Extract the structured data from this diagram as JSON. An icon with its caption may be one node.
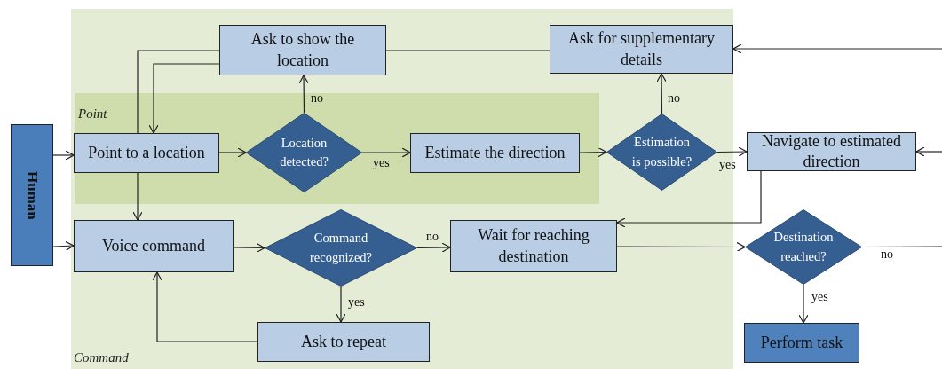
{
  "diagram": {
    "nodes": [
      {
        "text": [
          "Command"
        ]
      },
      {
        "text": [
          "Point"
        ],
        "in": 0
      },
      {
        "text": [
          "Human"
        ]
      },
      {
        "text": [
          "Ask to show the location"
        ],
        "in": 0
      },
      {
        "text": [
          "Ask for supplementary details"
        ],
        "in": 0
      },
      {
        "text": [
          "Point to a location"
        ],
        "in": 1
      },
      {
        "text": [
          "Location detected?"
        ],
        "in": 1
      },
      {
        "text": [
          "Estimate the direction"
        ],
        "in": 1
      },
      {
        "text": [
          "Estimation is possible?"
        ],
        "in": 0
      },
      {
        "text": [
          "Navigate to estimated direction"
        ]
      },
      {
        "text": [
          "Voice command"
        ],
        "in": 0
      },
      {
        "text": [
          "Command recognized?"
        ],
        "in": 0
      },
      {
        "text": [
          "Wait for reaching destination"
        ],
        "in": 0
      },
      {
        "text": [
          "Destination reached?"
        ]
      },
      {
        "text": [
          "Ask to repeat"
        ],
        "in": 0
      },
      {
        "text": [
          "Perform task"
        ]
      }
    ],
    "edges": [
      {
        "from": 2,
        "to": 5,
        "arrow": "to"
      },
      {
        "from": 2,
        "to": 10,
        "arrow": "to"
      },
      {
        "from": 5,
        "to": 6,
        "arrow": "to"
      },
      {
        "from": 6,
        "to": 3,
        "arrow": "to",
        "label": "no"
      },
      {
        "from": 6,
        "to": 7,
        "arrow": "to",
        "label": "yes"
      },
      {
        "from": 3,
        "to": 5,
        "arrow": "to"
      },
      {
        "from": 3,
        "to": 5,
        "arrow": "none"
      },
      {
        "from": 5,
        "to": 10,
        "arrow": "to"
      },
      {
        "from": 3,
        "to": 4,
        "arrow": "none"
      },
      {
        "from": 7,
        "to": 8,
        "arrow": "to"
      },
      {
        "from": 8,
        "to": 4,
        "arrow": "to",
        "label": "no"
      },
      {
        "from": 8,
        "to": 9,
        "arrow": "to",
        "label": "yes"
      },
      {
        "from": null,
        "to": 4,
        "arrow": "to"
      },
      {
        "from": null,
        "to": 9,
        "arrow": "to"
      },
      {
        "from": 9,
        "to": 12,
        "arrow": "to"
      },
      {
        "from": 10,
        "to": 11,
        "arrow": "to"
      },
      {
        "from": 11,
        "to": 12,
        "arrow": "to",
        "label": "no"
      },
      {
        "from": 11,
        "to": 14,
        "arrow": "to",
        "label": "yes"
      },
      {
        "from": 14,
        "to": 10,
        "arrow": "to"
      },
      {
        "from": 12,
        "to": 13,
        "arrow": "to"
      },
      {
        "from": 13,
        "to": 15,
        "arrow": "to",
        "label": "yes"
      },
      {
        "from": 13,
        "to": null,
        "arrow": "none",
        "label": "no"
      }
    ]
  }
}
